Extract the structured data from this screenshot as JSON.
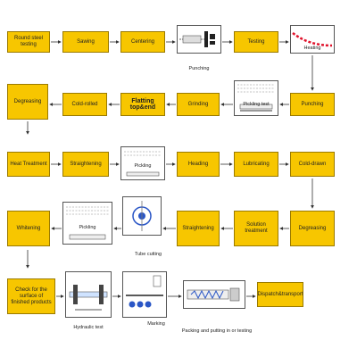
{
  "steps": {
    "round_steel_testing": "Round steel testing",
    "sawing": "Sawing",
    "centering": "Centering",
    "punching_1": "Punching",
    "testing": "Testing",
    "heating": "Heating",
    "punching_2": "Punching",
    "pickling_test": "Pickling test",
    "grinding": "Grinding",
    "flatting_top_end": "Flatting top&end",
    "cold_rolled": "Cold-rolled",
    "degreasing_1": "Degreasing",
    "heat_treatment": "Heat Treatment",
    "straightening_1": "Straightening",
    "pickling_1": "Pickling",
    "heading": "Heading",
    "lubricating": "Lubricating",
    "cold_drawn": "Cold-drawn",
    "degreasing_2": "Degreasing",
    "solution_treatment": "Solution treatment",
    "straightening_2": "Straightening",
    "tube_cutting": "Tube cutting",
    "pickling_2": "Pickling",
    "whitening": "Whitening",
    "check_surface": "Check for the surface of finished products",
    "hydraulic_test": "Hydraulic test",
    "marking": "Marking",
    "packing": "Packing and putting in or testing",
    "dispatch": "Dispatch&transport"
  },
  "colors": {
    "box_fill": "#f7c600",
    "box_border": "#9a7a00",
    "arrow": "#333333",
    "heating_accent": "#e0122b",
    "tube_blue": "#2a56c6"
  }
}
